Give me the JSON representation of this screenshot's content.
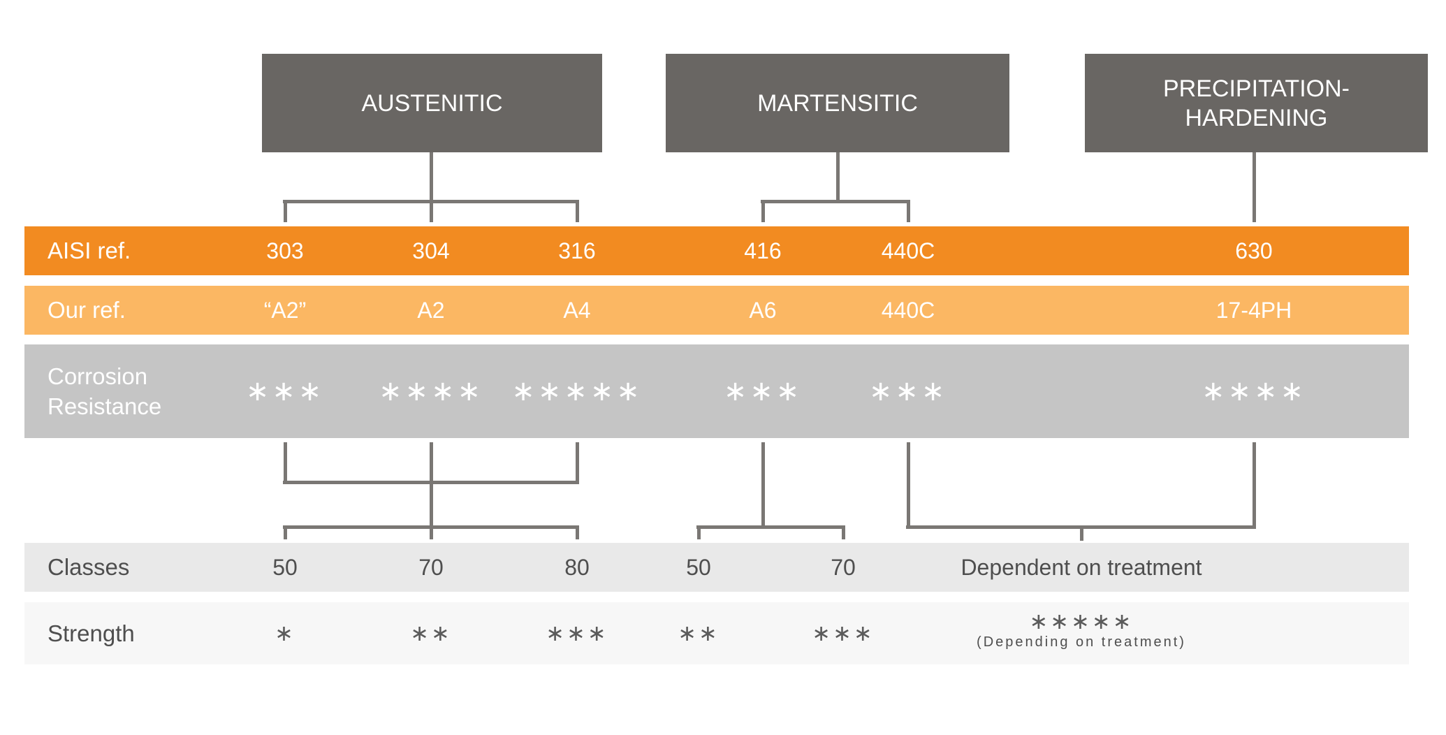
{
  "colors": {
    "group_box_gray": "#696663",
    "connector_gray": "#7a7774",
    "aisi_row_orange": "#f28b21",
    "our_row_orange": "#fbb763",
    "corrosion_row_gray": "#c5c5c5",
    "classes_row_gray": "#e9e9e9",
    "strength_row_gray": "#f7f7f7",
    "dark_text": "#4e4e4e",
    "white_text": "#ffffff"
  },
  "groups": [
    {
      "name": "AUSTENITIC",
      "members": [
        "303",
        "304",
        "316"
      ]
    },
    {
      "name": "MARTENSITIC",
      "members": [
        "416",
        "440C"
      ]
    },
    {
      "name": "PRECIPITATION-HARDENING",
      "members": [
        "630"
      ]
    }
  ],
  "row_labels": {
    "aisi": "AISI ref.",
    "our": "Our ref.",
    "corrosion_line1": "Corrosion",
    "corrosion_line2": "Resistance",
    "classes": "Classes",
    "strength": "Strength"
  },
  "values": {
    "aisi": [
      "303",
      "304",
      "316",
      "416",
      "440C",
      "630"
    ],
    "our": [
      "“A2”",
      "A2",
      "A4",
      "A6",
      "440C",
      "17-4PH"
    ],
    "corrosion": [
      "***",
      "****",
      "*****",
      "***",
      "***",
      "****"
    ],
    "classes": [
      "50",
      "70",
      "80",
      "50",
      "70",
      "Dependent on treatment"
    ],
    "strength": [
      "*",
      "**",
      "***",
      "**",
      "***",
      "*****"
    ],
    "strength_note": "(Depending on treatment)"
  }
}
